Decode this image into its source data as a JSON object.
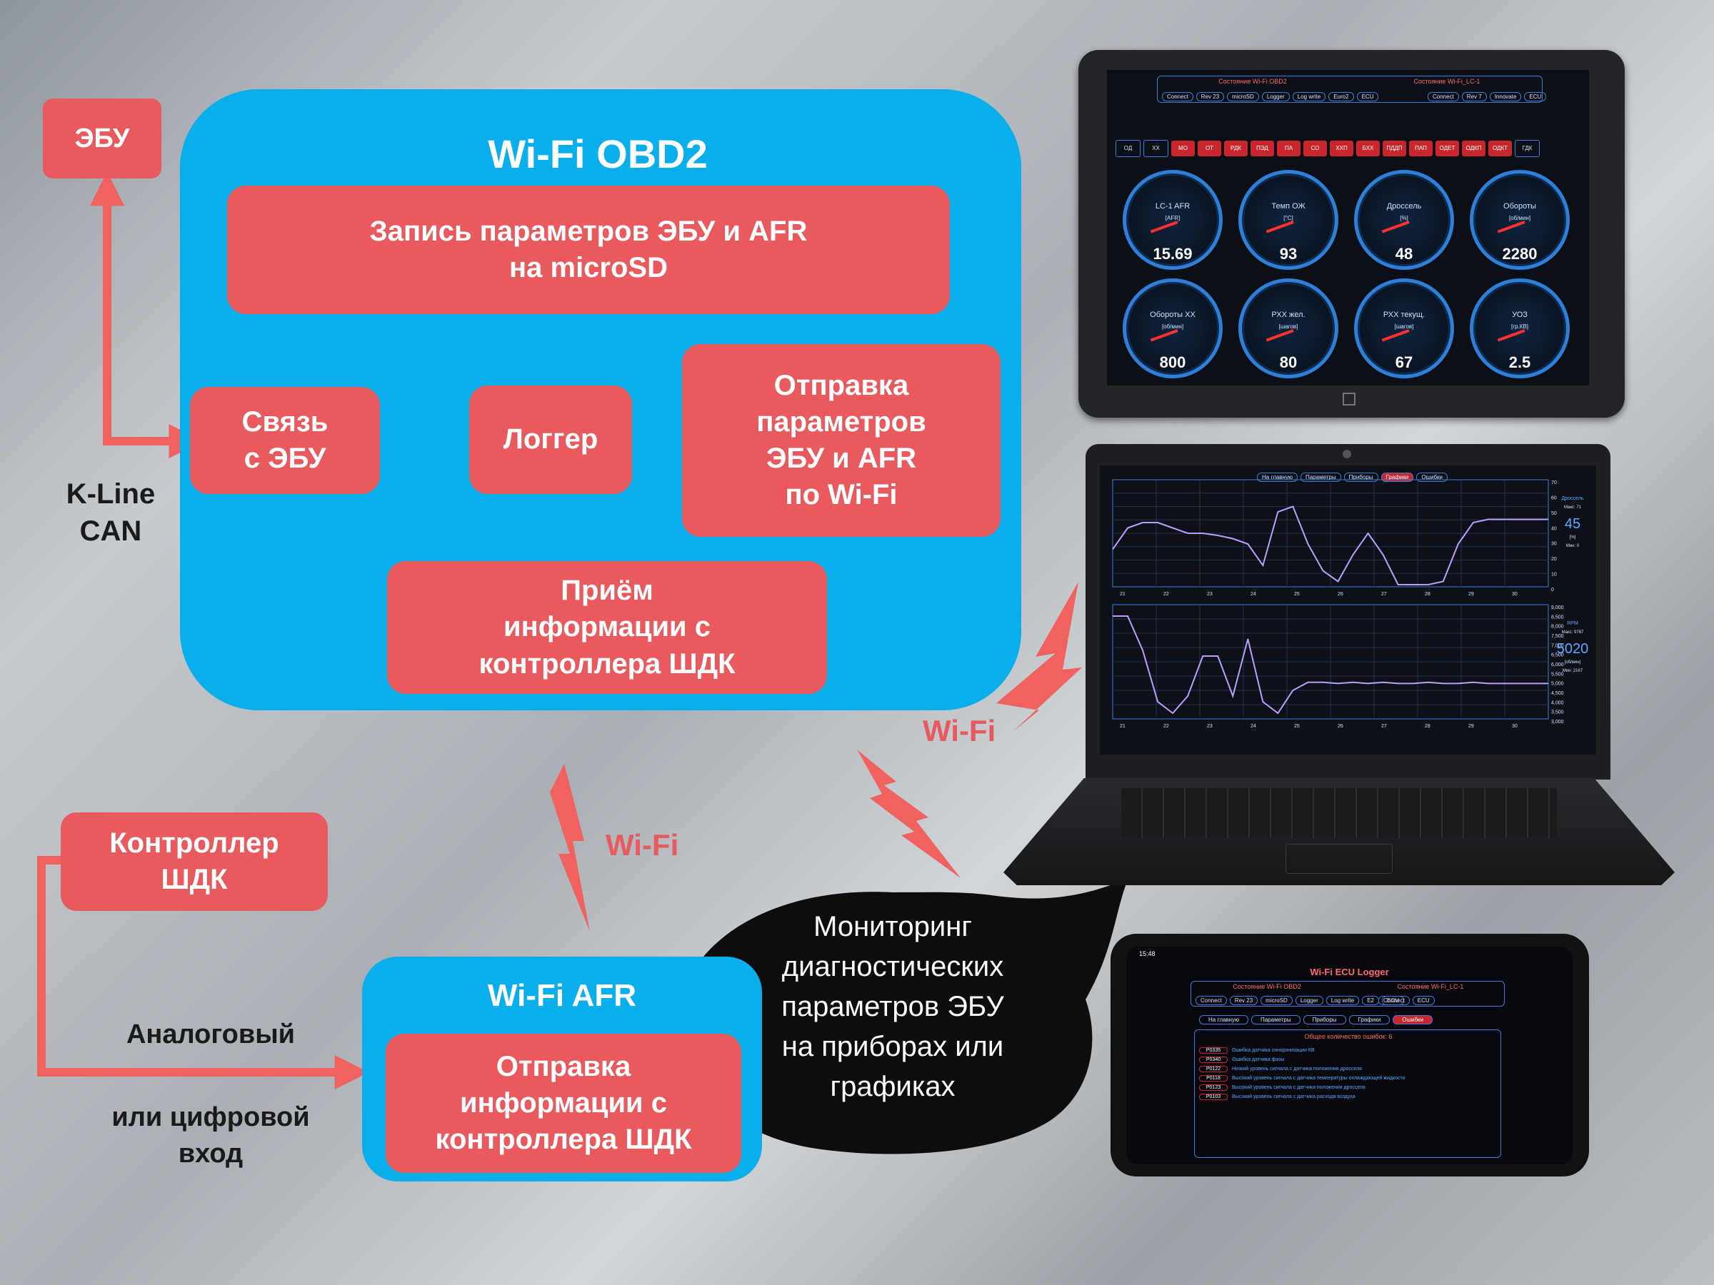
{
  "ecu_label": "ЭБУ",
  "obd2": {
    "title": "Wi-Fi OBD2",
    "record_line1": "Запись параметров ЭБУ и AFR",
    "record_line2": "на microSD",
    "link_line1": "Связь",
    "link_line2": "с ЭБУ",
    "logger": "Логгер",
    "send_line1": "Отправка",
    "send_line2": "параметров",
    "send_line3": "ЭБУ и AFR",
    "send_line4": "по Wi-Fi",
    "recv_line1": "Приём",
    "recv_line2": "информации с",
    "recv_line3": "контроллера ШДК"
  },
  "bus_label_1": "K-Line",
  "bus_label_2": "CAN",
  "controller_line1": "Контроллер",
  "controller_line2": "ШДК",
  "input_line1": "Аналоговый",
  "input_line2": "или цифровой",
  "input_line3": "вход",
  "afr": {
    "title": "Wi-Fi AFR",
    "line1": "Отправка",
    "line2": "информации с",
    "line3": "контроллера ШДК"
  },
  "wifi_label_1": "Wi-Fi",
  "wifi_label_2": "Wi-Fi",
  "bubble": {
    "line1": "Мониторинг",
    "line2": "диагностических",
    "line3": "параметров ЭБУ",
    "line4": "на приборах или",
    "line5": "графиках"
  },
  "colors": {
    "box_red": "#e85a5e",
    "panel_blue": "#0aaeea",
    "arrow_red": "#f0625f"
  },
  "tablet": {
    "header_left": "Состояние Wi-Fi OBD2",
    "header_right": "Состояние Wi-Fi_LC-1",
    "pills_left": [
      "Connect",
      "Rev 23",
      "microSD",
      "Logger",
      "Log write",
      "Euro2",
      "ECU"
    ],
    "pills_right": [
      "Connect",
      "Rev 7",
      "Innovate",
      "ECU"
    ],
    "buttons": [
      "ОД",
      "ХХ",
      "МО",
      "ОТ",
      "РДК",
      "ПЭД",
      "ПА",
      "СО",
      "ХХП",
      "БХХ",
      "ПДДП",
      "ПАП",
      "ОДЕТ",
      "ОДКП",
      "ОДКТ",
      "ГДК"
    ],
    "gauges": [
      {
        "name": "LC-1 AFR",
        "unit": "[AFR]",
        "value": "15.69"
      },
      {
        "name": "Темп ОЖ",
        "unit": "[°C]",
        "value": "93"
      },
      {
        "name": "Дроссель",
        "unit": "[%]",
        "value": "48"
      },
      {
        "name": "Обороты",
        "unit": "[об/мин]",
        "value": "2280"
      },
      {
        "name": "Обороты ХХ",
        "unit": "[об/мин]",
        "value": "800"
      },
      {
        "name": "РХХ жел.",
        "unit": "[шагов]",
        "value": "80"
      },
      {
        "name": "РХХ текущ.",
        "unit": "[шагов]",
        "value": "67"
      },
      {
        "name": "УОЗ",
        "unit": "[гр.КВ]",
        "value": "2.5"
      }
    ]
  },
  "laptop": {
    "tabs": [
      "На главную",
      "Параметры",
      "Приборы",
      "Графики",
      "Ошибки"
    ],
    "chart1": {
      "name": "Дроссель",
      "min_label": "Макс: 71",
      "value": "45",
      "unit": "[%]",
      "min2": "Мин: 0",
      "yticks": [
        "70",
        "60",
        "50",
        "40",
        "30",
        "20",
        "10",
        "0"
      ]
    },
    "chart2": {
      "name": "RPM",
      "min_label": "Макс: 9787",
      "value": "5020",
      "unit": "[об/мин]",
      "min2": "Мин: 2167",
      "yticks": [
        "9,000",
        "8,500",
        "8,000",
        "7,500",
        "7,000",
        "6,500",
        "6,000",
        "5,500",
        "5,000",
        "4,500",
        "4,000",
        "3,500",
        "3,000"
      ]
    },
    "xticks": [
      "21",
      "22",
      "23",
      "24",
      "25",
      "26",
      "27",
      "28",
      "29",
      "30"
    ]
  },
  "phone": {
    "time": "15:48",
    "app_title": "Wi-Fi ECU Logger",
    "header_left": "Состояние Wi-Fi OBD2",
    "header_right": "Состояние Wi-Fi_LC-1",
    "pills_left": [
      "Connect",
      "Rev 23",
      "microSD",
      "Logger",
      "Log write",
      "E2",
      "ECU"
    ],
    "pills_right": [
      "Connect",
      "ECU"
    ],
    "tabs": [
      "На главную",
      "Параметры",
      "Приборы",
      "Графики",
      "Ошибки"
    ],
    "errors_title": "Общее количество ошибок: 6",
    "errors": [
      {
        "code": "P0335",
        "text": "Ошибка датчика синхронизации КВ"
      },
      {
        "code": "P0340",
        "text": "Ошибка датчика фазы"
      },
      {
        "code": "P0122",
        "text": "Низкий уровень сигнала с датчика положения дросселя"
      },
      {
        "code": "P0118",
        "text": "Высокий уровень сигнала с датчика температуры охлаждающей жидкости"
      },
      {
        "code": "P0123",
        "text": "Высокий уровень сигнала с датчика положения дросселя"
      },
      {
        "code": "P0103",
        "text": "Высокий уровень сигнала с датчика расхода воздуха"
      }
    ]
  }
}
